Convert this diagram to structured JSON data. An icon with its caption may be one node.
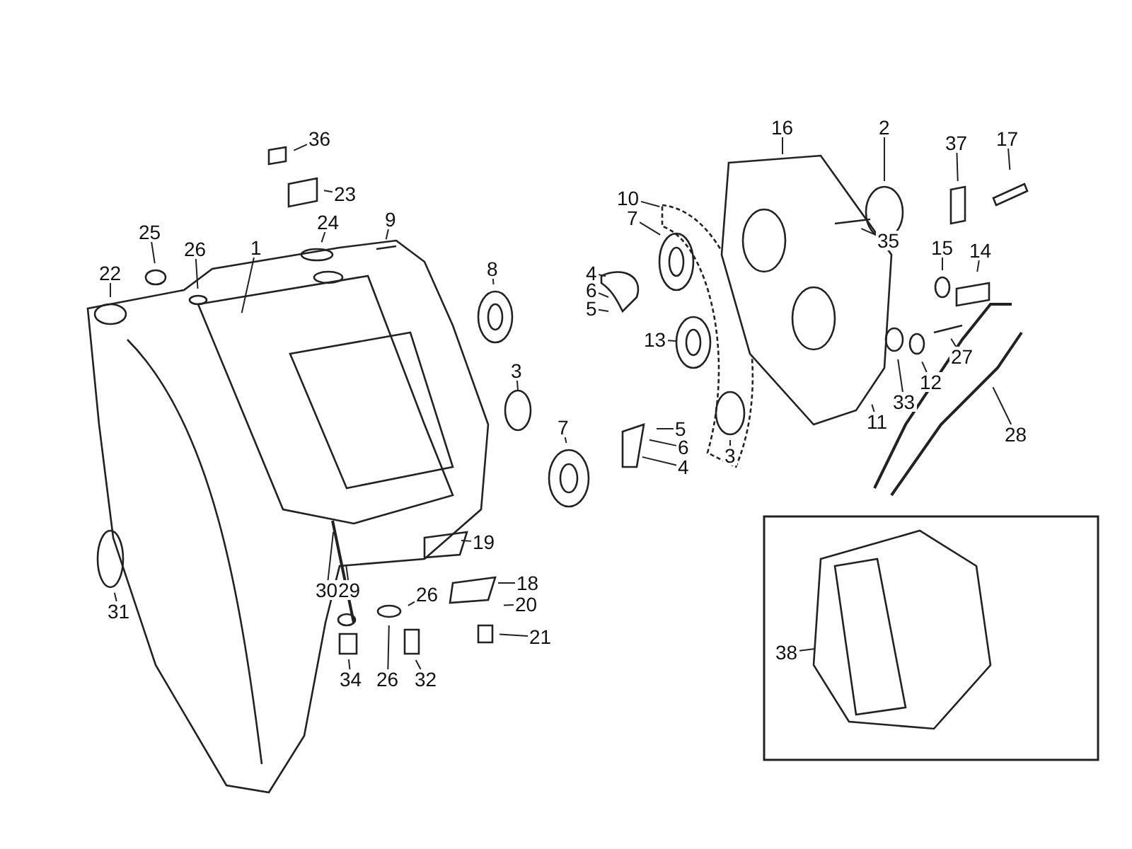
{
  "diagram": {
    "nodes": [
      {
        "text": [
          "36"
        ]
      },
      {
        "text": [
          "23"
        ]
      },
      {
        "text": [
          "24"
        ]
      },
      {
        "text": [
          "9"
        ]
      },
      {
        "text": [
          "25"
        ]
      },
      {
        "text": [
          "26"
        ]
      },
      {
        "text": [
          "22"
        ]
      },
      {
        "text": [
          "1"
        ]
      },
      {
        "text": [
          "8"
        ]
      },
      {
        "text": [
          "3"
        ]
      },
      {
        "text": [
          "7"
        ]
      },
      {
        "text": [
          "4"
        ]
      },
      {
        "text": [
          "6"
        ]
      },
      {
        "text": [
          "5"
        ]
      },
      {
        "text": [
          "10"
        ]
      },
      {
        "text": [
          "7"
        ]
      },
      {
        "text": [
          "13"
        ]
      },
      {
        "text": [
          "16"
        ]
      },
      {
        "text": [
          "2"
        ]
      },
      {
        "text": [
          "37"
        ]
      },
      {
        "text": [
          "17"
        ]
      },
      {
        "text": [
          "35"
        ]
      },
      {
        "text": [
          "15"
        ]
      },
      {
        "text": [
          "14"
        ]
      },
      {
        "text": [
          "12"
        ]
      },
      {
        "text": [
          "27"
        ]
      },
      {
        "text": [
          "33"
        ]
      },
      {
        "text": [
          "11"
        ]
      },
      {
        "text": [
          "28"
        ]
      },
      {
        "text": [
          "5"
        ]
      },
      {
        "text": [
          "6"
        ]
      },
      {
        "text": [
          "4"
        ]
      },
      {
        "text": [
          "3"
        ]
      },
      {
        "text": [
          "19"
        ]
      },
      {
        "text": [
          "18"
        ]
      },
      {
        "text": [
          "20"
        ]
      },
      {
        "text": [
          "21"
        ]
      },
      {
        "text": [
          "30"
        ]
      },
      {
        "text": [
          "29"
        ]
      },
      {
        "text": [
          "26"
        ]
      },
      {
        "text": [
          "31"
        ]
      },
      {
        "text": [
          "34"
        ]
      },
      {
        "text": [
          "26"
        ]
      },
      {
        "text": [
          "32"
        ]
      },
      {
        "text": [
          "38"
        ]
      }
    ],
    "edges": [
      {
        "from": 0,
        "to": null,
        "arrow": "none"
      },
      {
        "from": 1,
        "to": null,
        "arrow": "none"
      },
      {
        "from": 2,
        "to": null,
        "arrow": "none"
      },
      {
        "from": 3,
        "to": null,
        "arrow": "none"
      },
      {
        "from": 4,
        "to": null,
        "arrow": "none"
      },
      {
        "from": 5,
        "to": null,
        "arrow": "none"
      },
      {
        "from": 6,
        "to": null,
        "arrow": "none"
      },
      {
        "from": 7,
        "to": null,
        "arrow": "none"
      },
      {
        "from": 8,
        "to": null,
        "arrow": "none"
      },
      {
        "from": 9,
        "to": null,
        "arrow": "none"
      },
      {
        "from": 10,
        "to": null,
        "arrow": "none"
      },
      {
        "from": 11,
        "to": null,
        "arrow": "none"
      },
      {
        "from": 12,
        "to": null,
        "arrow": "none"
      },
      {
        "from": 13,
        "to": null,
        "arrow": "none"
      },
      {
        "from": 14,
        "to": null,
        "arrow": "none"
      },
      {
        "from": 15,
        "to": null,
        "arrow": "none"
      },
      {
        "from": 16,
        "to": null,
        "arrow": "none"
      },
      {
        "from": 17,
        "to": null,
        "arrow": "none"
      },
      {
        "from": 18,
        "to": null,
        "arrow": "none"
      },
      {
        "from": 19,
        "to": null,
        "arrow": "none"
      },
      {
        "from": 20,
        "to": null,
        "arrow": "none"
      },
      {
        "from": 21,
        "to": null,
        "arrow": "none"
      },
      {
        "from": 22,
        "to": null,
        "arrow": "none"
      },
      {
        "from": 23,
        "to": null,
        "arrow": "none"
      },
      {
        "from": 24,
        "to": null,
        "arrow": "none"
      },
      {
        "from": 25,
        "to": null,
        "arrow": "none"
      },
      {
        "from": 26,
        "to": null,
        "arrow": "none"
      },
      {
        "from": 27,
        "to": null,
        "arrow": "none"
      },
      {
        "from": 28,
        "to": null,
        "arrow": "none"
      },
      {
        "from": 29,
        "to": null,
        "arrow": "none"
      },
      {
        "from": 30,
        "to": null,
        "arrow": "none"
      },
      {
        "from": 31,
        "to": null,
        "arrow": "none"
      },
      {
        "from": 32,
        "to": null,
        "arrow": "none"
      },
      {
        "from": 33,
        "to": null,
        "arrow": "none"
      },
      {
        "from": 34,
        "to": null,
        "arrow": "none"
      },
      {
        "from": 35,
        "to": null,
        "arrow": "none"
      },
      {
        "from": 36,
        "to": null,
        "arrow": "none"
      },
      {
        "from": 37,
        "to": null,
        "arrow": "none"
      },
      {
        "from": 38,
        "to": null,
        "arrow": "none"
      },
      {
        "from": 39,
        "to": null,
        "arrow": "none"
      },
      {
        "from": 40,
        "to": null,
        "arrow": "none"
      },
      {
        "from": 41,
        "to": null,
        "arrow": "none"
      },
      {
        "from": 42,
        "to": null,
        "arrow": "none"
      },
      {
        "from": 43,
        "to": null,
        "arrow": "none"
      },
      {
        "from": 44,
        "to": null,
        "arrow": "none"
      }
    ]
  }
}
